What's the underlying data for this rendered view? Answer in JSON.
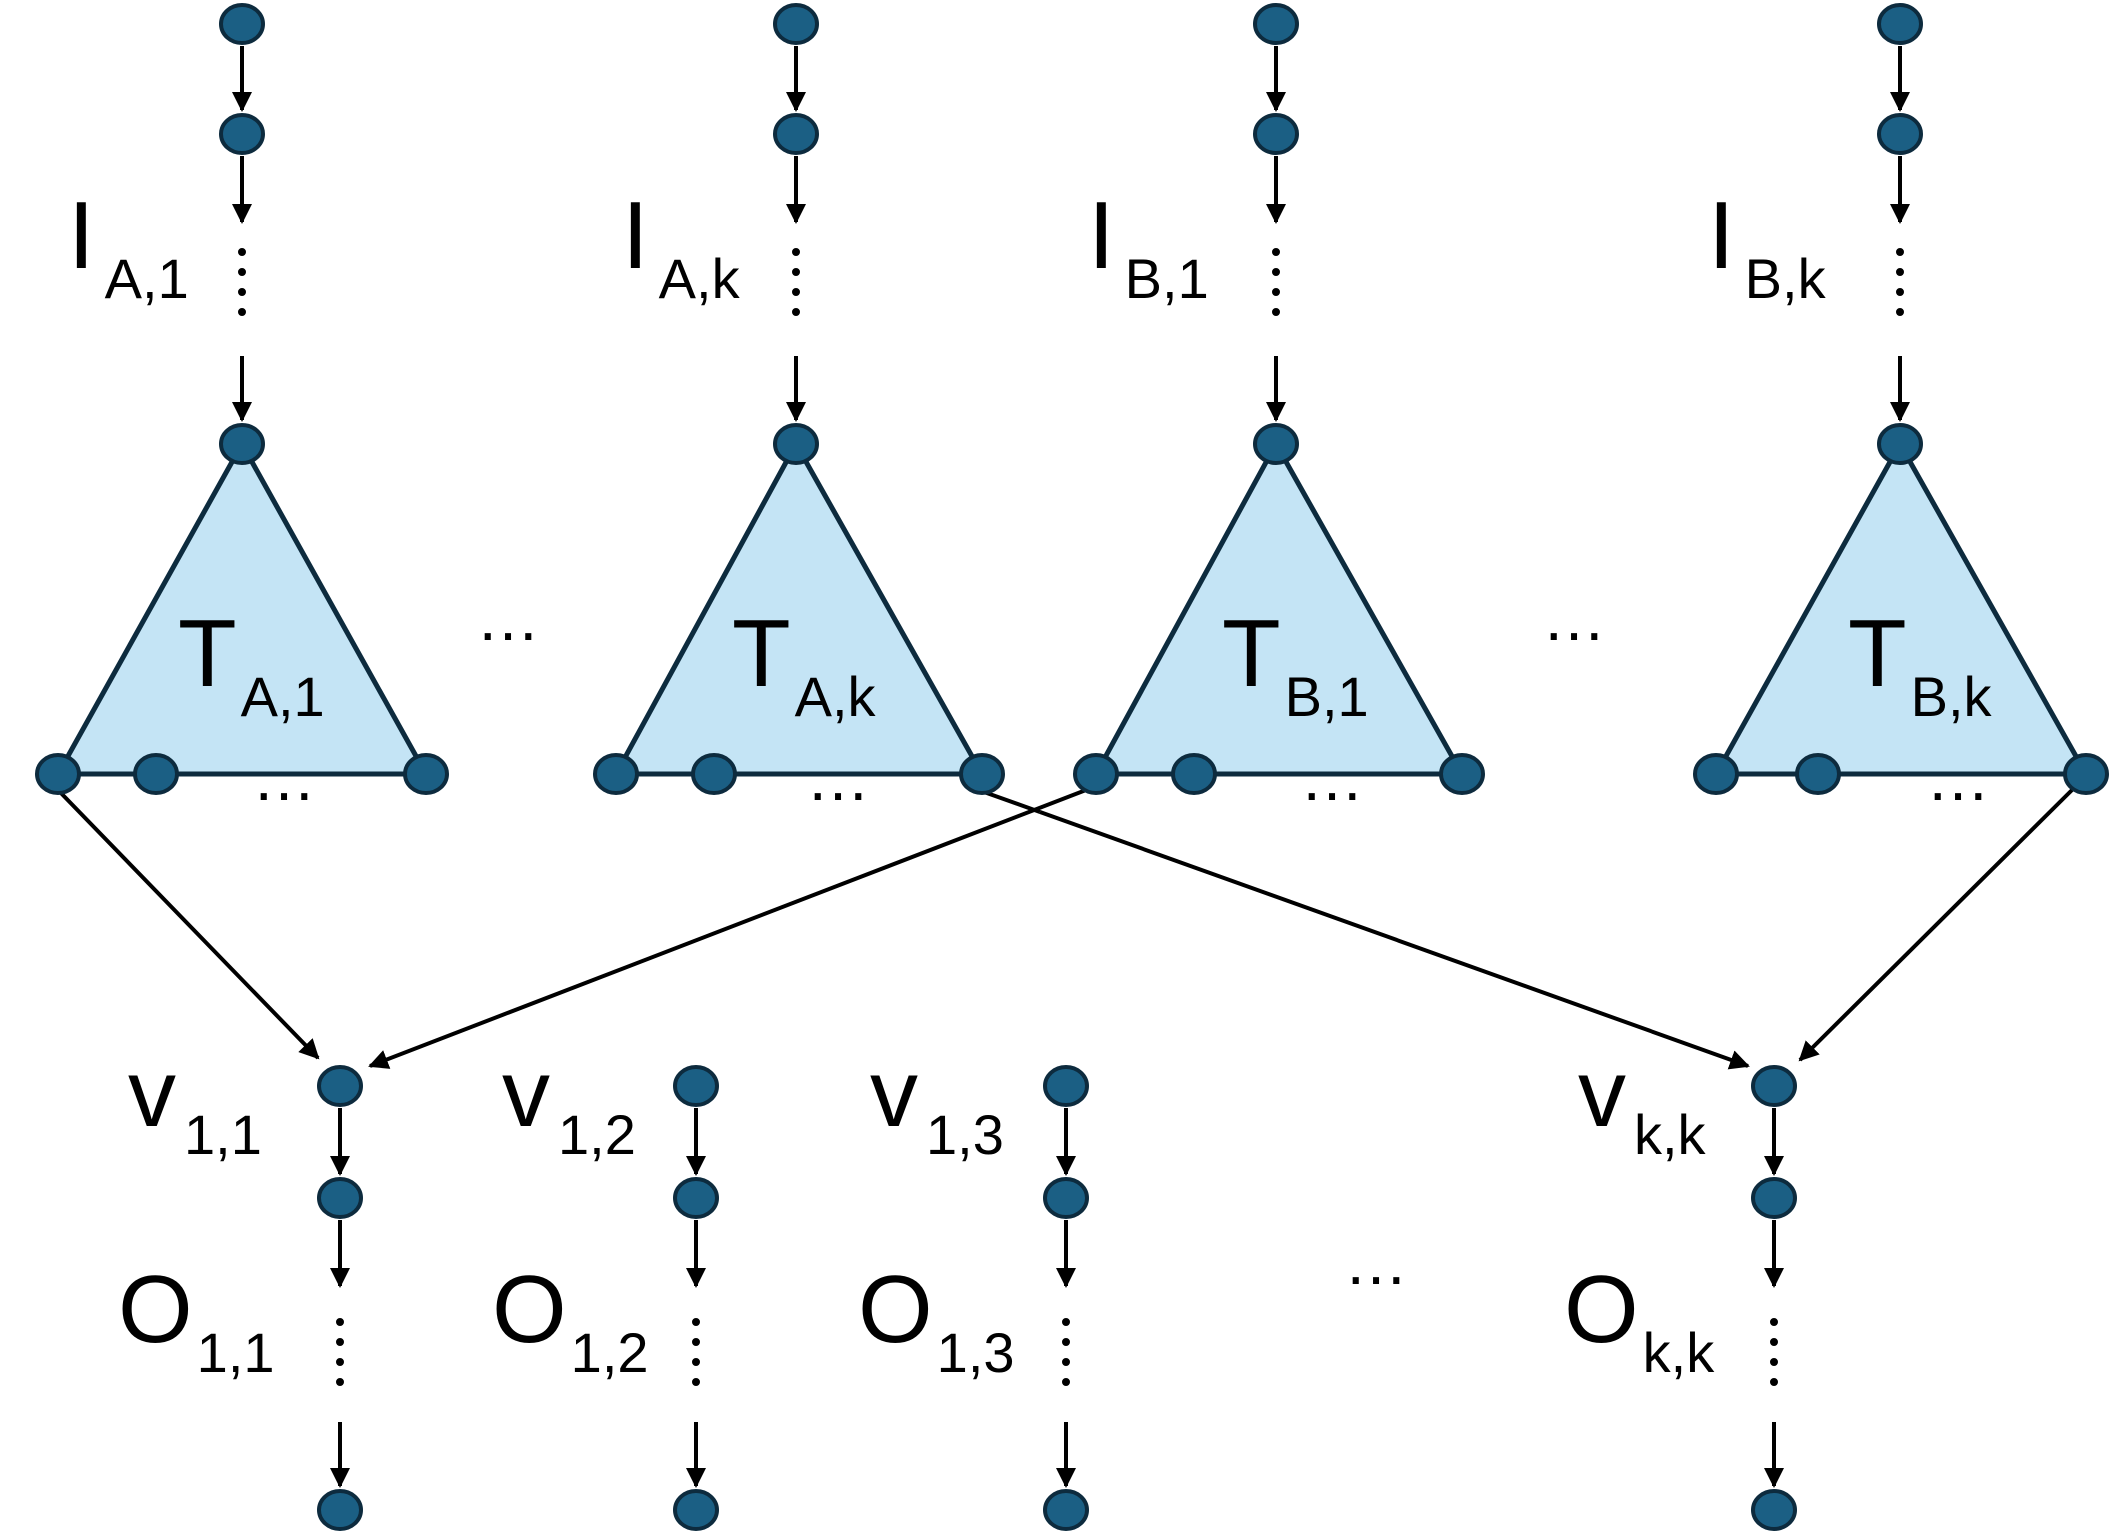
{
  "colors": {
    "node_fill": "#1b5f84",
    "node_stroke": "#0d2b3e",
    "triangle_fill": "#c4e4f5",
    "edge": "#000000"
  },
  "inputs": [
    {
      "id": "A1",
      "main": "I",
      "sub": "A,1"
    },
    {
      "id": "Ak",
      "main": "I",
      "sub": "A,k"
    },
    {
      "id": "B1",
      "main": "I",
      "sub": "B,1"
    },
    {
      "id": "Bk",
      "main": "I",
      "sub": "B,k"
    }
  ],
  "trees": [
    {
      "id": "A1",
      "main": "T",
      "sub": "A,1"
    },
    {
      "id": "Ak",
      "main": "T",
      "sub": "A,k"
    },
    {
      "id": "B1",
      "main": "T",
      "sub": "B,1"
    },
    {
      "id": "Bk",
      "main": "T",
      "sub": "B,k"
    }
  ],
  "vertices": [
    {
      "id": "11",
      "main": "v",
      "sub": "1,1"
    },
    {
      "id": "12",
      "main": "v",
      "sub": "1,2"
    },
    {
      "id": "13",
      "main": "v",
      "sub": "1,3"
    },
    {
      "id": "kk",
      "main": "v",
      "sub": "k,k"
    }
  ],
  "outputs": [
    {
      "id": "11",
      "main": "O",
      "sub": "1,1"
    },
    {
      "id": "12",
      "main": "O",
      "sub": "1,2"
    },
    {
      "id": "13",
      "main": "O",
      "sub": "1,3"
    },
    {
      "id": "kk",
      "main": "O",
      "sub": "k,k"
    }
  ],
  "ellipsis": "…",
  "cross_edges": [
    {
      "from": "tree A1 left leaf",
      "to": "v 1,1"
    },
    {
      "from": "tree B1 left leaf",
      "to": "v 1,1"
    },
    {
      "from": "tree Ak right leaf",
      "to": "v k,k"
    },
    {
      "from": "tree Bk right leaf",
      "to": "v k,k"
    }
  ]
}
